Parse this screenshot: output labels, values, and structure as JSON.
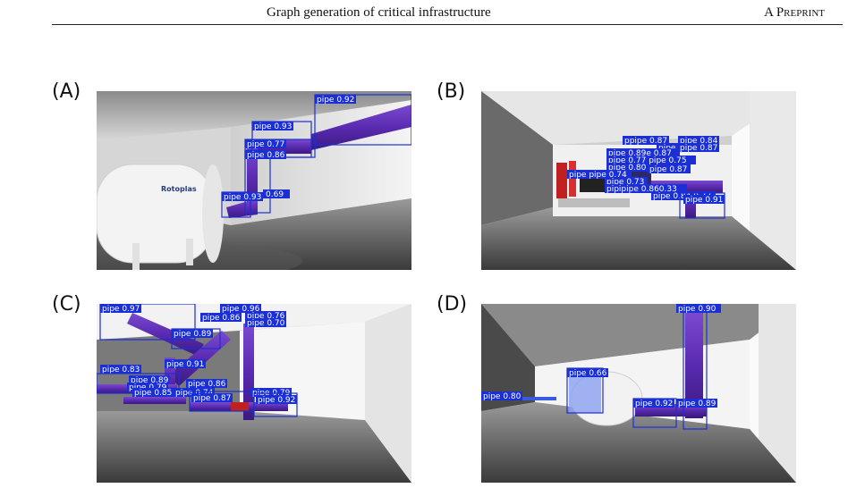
{
  "header": {
    "title": "Graph generation of critical infrastructure",
    "right": "A Preprint"
  },
  "panels": [
    {
      "label": "(A)",
      "brand": "Rotoplas",
      "detections": [
        {
          "label": "pipe 0.92"
        },
        {
          "label": "pipe 0.93"
        },
        {
          "label": "pipe 0.77"
        },
        {
          "label": "pipe 0.86"
        },
        {
          "label": "pipe 0.93"
        },
        {
          "label": "0.69"
        }
      ]
    },
    {
      "label": "(B)",
      "detections": [
        {
          "label": "ppipe 0.87"
        },
        {
          "label": "pipe 0.84"
        },
        {
          "label": "pipe 0.89"
        },
        {
          "label": "pipe 0.87"
        },
        {
          "label": "pipe 0.89e 0.87"
        },
        {
          "label": "pipe 0.77 pipe 0.75"
        },
        {
          "label": "pipe 0.80"
        },
        {
          "label": "pipe 0.87"
        },
        {
          "label": "pipe pipe 0.74"
        },
        {
          "label": "pipe 0.73"
        },
        {
          "label": "pipipipe 0.860.33"
        },
        {
          "label": "pipe 0.84 0.77"
        },
        {
          "label": "pipe 0.91"
        }
      ]
    },
    {
      "label": "(C)",
      "detections": [
        {
          "label": "pipe 0.97"
        },
        {
          "label": "pipe 0.96"
        },
        {
          "label": "pipe 0.86"
        },
        {
          "label": "pipe 0.76"
        },
        {
          "label": "pipe 0.70"
        },
        {
          "label": "pipe 0.89"
        },
        {
          "label": "pipe 0.91"
        },
        {
          "label": "pipe 0.83"
        },
        {
          "label": "pipe 0.89"
        },
        {
          "label": "pipe 0.79"
        },
        {
          "label": "pipe 0.85"
        },
        {
          "label": "pipe 0.86"
        },
        {
          "label": "pipe 0.74"
        },
        {
          "label": "pipe 0.87"
        },
        {
          "label": "pipe 0.79"
        },
        {
          "label": "pipe 0.92"
        }
      ]
    },
    {
      "label": "(D)",
      "detections": [
        {
          "label": "pipe 0.90"
        },
        {
          "label": "pipe 0.66"
        },
        {
          "label": "pipe 0.80"
        },
        {
          "label": "pipe 0.92"
        },
        {
          "label": "pipe 0.89"
        }
      ]
    }
  ]
}
